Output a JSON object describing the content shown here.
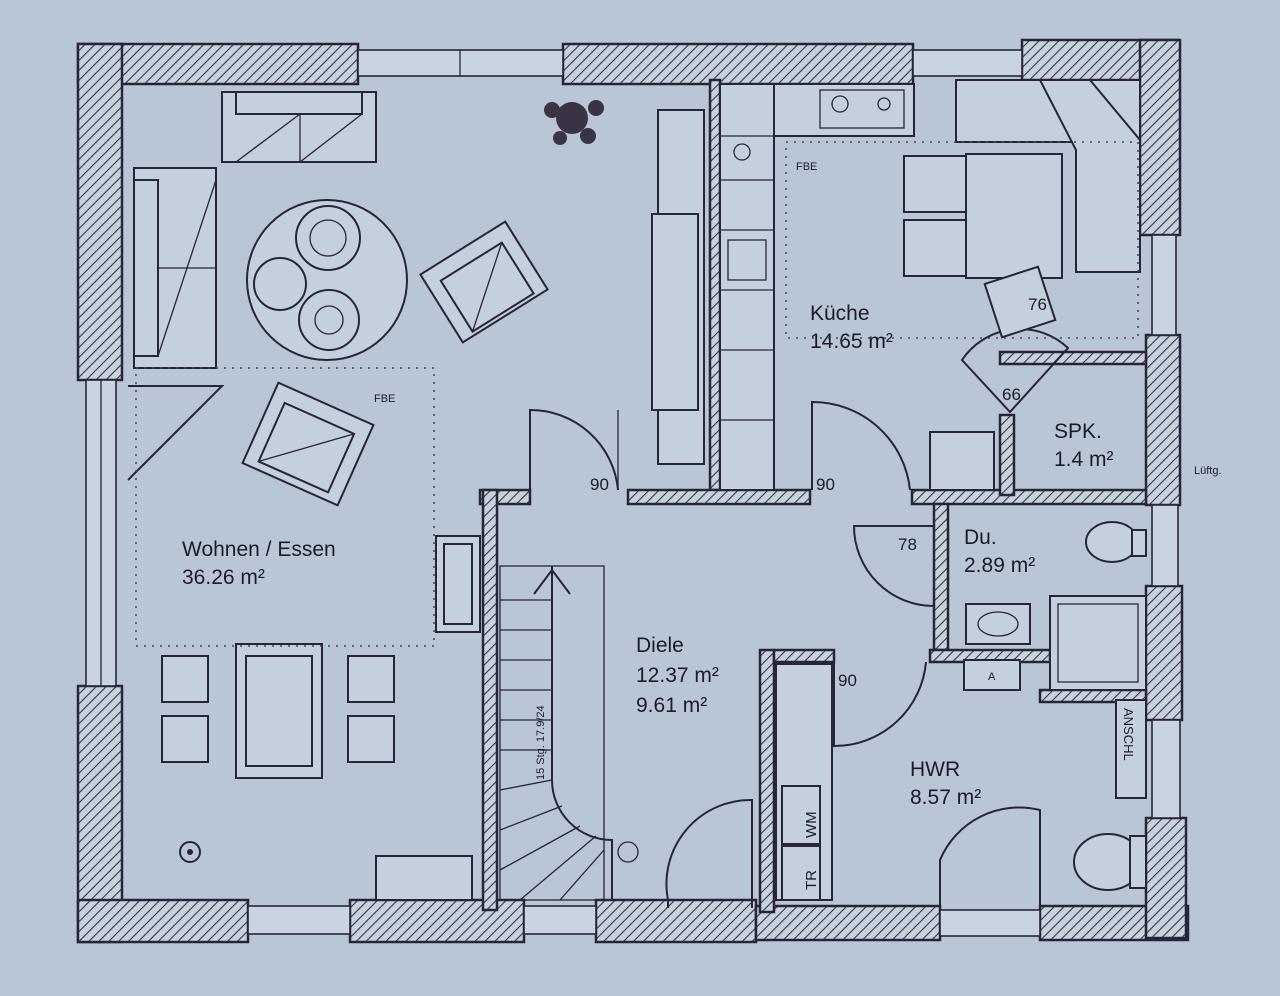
{
  "rooms": {
    "wohnen": {
      "name": "Wohnen / Essen",
      "area": "36.26 m²"
    },
    "kueche": {
      "name": "Küche",
      "area": "14.65 m²"
    },
    "spk": {
      "name": "SPK.",
      "area": "1.4 m²"
    },
    "du": {
      "name": "Du.",
      "area": "2.89 m²"
    },
    "diele": {
      "name": "Diele",
      "area": "12.37 m²",
      "area2": "9.61 m²"
    },
    "hwr": {
      "name": "HWR",
      "area": "8.57 m²"
    }
  },
  "door_widths": {
    "wohnen": "90",
    "kueche": "90",
    "du": "78",
    "hwr": "90",
    "spk": "66",
    "kueche_window": "76"
  },
  "labels": {
    "fbe": "FBE",
    "stairs": "15 Stg. 17.9/24",
    "wm": "WM",
    "tr": "TR",
    "ansch": "ANSCHL",
    "a_box": "A",
    "lueftung": "Lüftg."
  },
  "colors": {
    "paper": "#b9c6d6",
    "ink": "#2a2438"
  }
}
